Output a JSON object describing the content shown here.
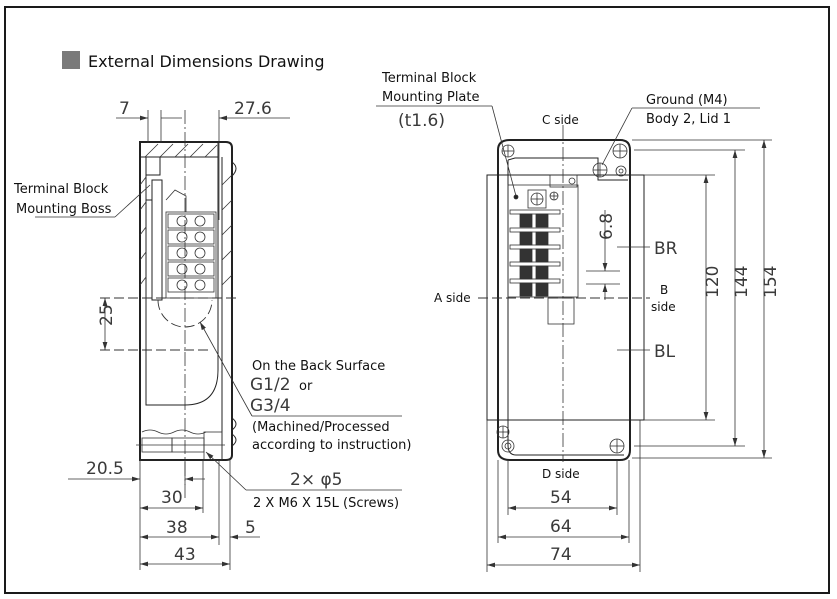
{
  "title": {
    "text": "External Dimensions Drawing",
    "marker_color": "#7a7a7a"
  },
  "side_view": {
    "dims": {
      "top_left": "7",
      "top_right": "27.6",
      "hole_offset": "25",
      "bottom_20_5": "20.5",
      "bottom_30": "30",
      "bottom_38": "38",
      "bottom_5": "5",
      "bottom_43": "43"
    },
    "labels": {
      "boss_line1": "Terminal Block",
      "boss_line2": "Mounting Boss",
      "back_surface": "On the Back Surface",
      "thread1": "G1/2",
      "thread_or": "or",
      "thread2": "G3/4",
      "machined_line1": "(Machined/Processed",
      "machined_line2": "according to instruction)",
      "holes": "2× φ5",
      "screws": "2 X M6 X 15L (Screws)"
    }
  },
  "front_view": {
    "labels": {
      "plate_line1": "Terminal Block",
      "plate_line2": "Mounting Plate",
      "plate_thickness": "(t1.6)",
      "c_side": "C side",
      "ground_line1": "Ground (M4)",
      "ground_line2": "Body 2, Lid 1",
      "a_side": "A side",
      "b_side_line1": "B",
      "b_side_line2": "side",
      "br": "BR",
      "bl": "BL",
      "d_side": "D side"
    },
    "dims": {
      "pitch": "6.8",
      "h120": "120",
      "h144": "144",
      "h154": "154",
      "w54": "54",
      "w64": "64",
      "w74": "74"
    }
  }
}
